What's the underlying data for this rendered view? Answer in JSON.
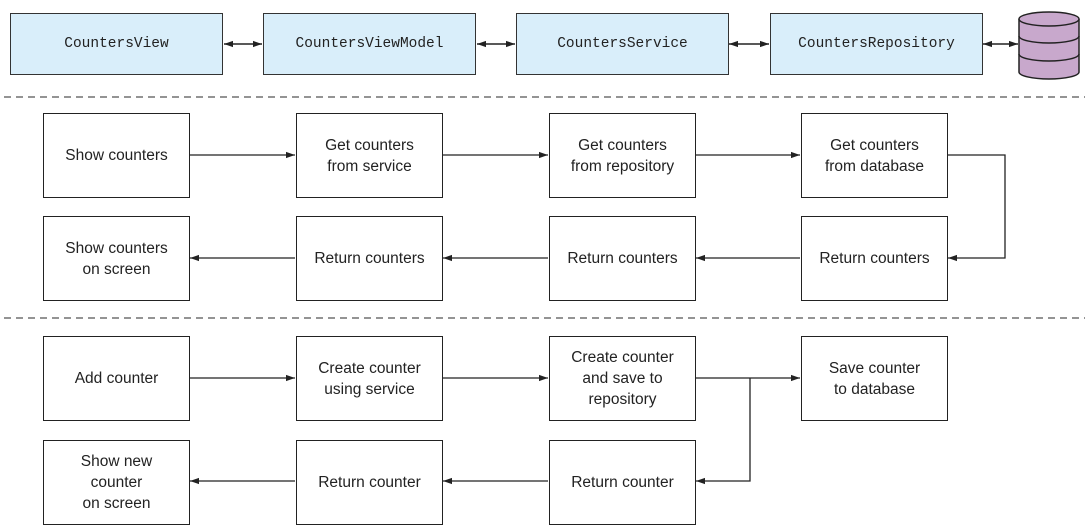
{
  "layers": [
    {
      "id": "view",
      "label": "CountersView"
    },
    {
      "id": "viewmodel",
      "label": "CountersViewModel"
    },
    {
      "id": "service",
      "label": "CountersService"
    },
    {
      "id": "repository",
      "label": "CountersRepository"
    }
  ],
  "database_icon": "database-icon",
  "get_flow": {
    "request": [
      "Show counters",
      "Get counters\nfrom service",
      "Get counters\nfrom repository",
      "Get counters\nfrom database"
    ],
    "response": [
      "Show counters\non screen",
      "Return counters",
      "Return counters",
      "Return counters"
    ]
  },
  "add_flow": {
    "request": [
      "Add counter",
      "Create counter\nusing service",
      "Create counter\nand save to\nrepository",
      "Save counter\nto database"
    ],
    "response": [
      "Show new\ncounter\non screen",
      "Return counter",
      "Return counter"
    ]
  },
  "colors": {
    "layer_fill": "#d9eefa",
    "db_fill": "#c8a8cc",
    "line": "#222222",
    "separator": "#555555"
  }
}
